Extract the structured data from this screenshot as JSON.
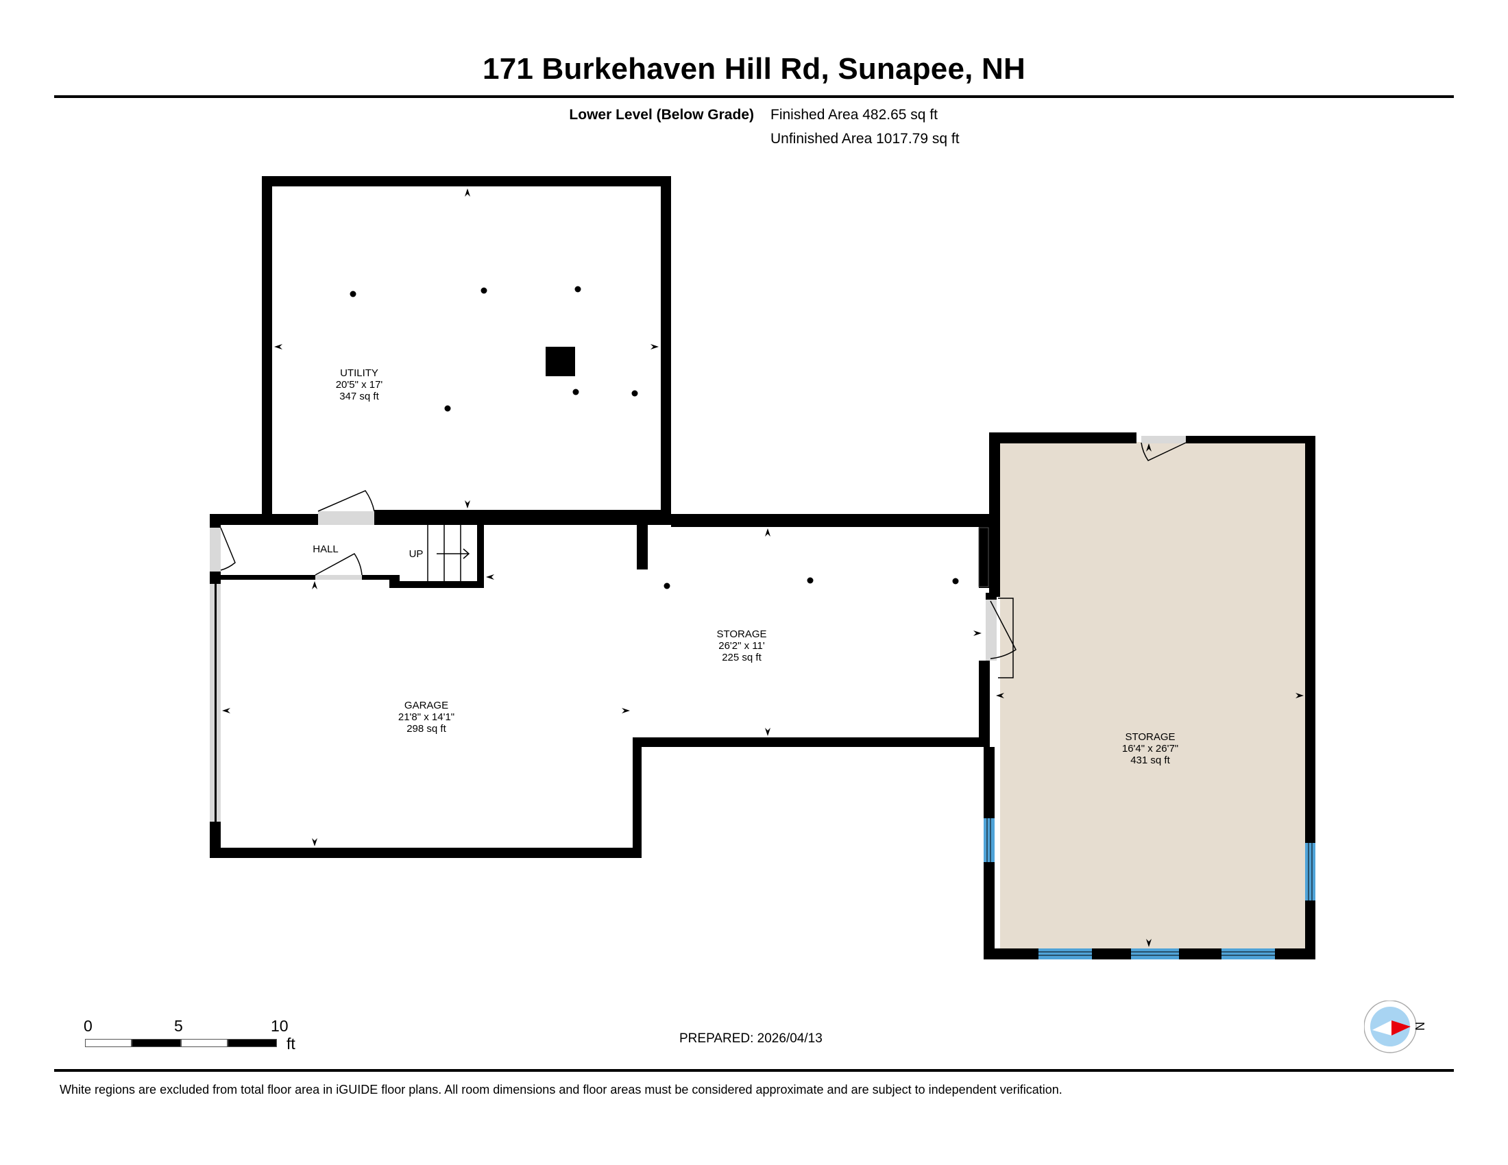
{
  "header": {
    "title": "171 Burkehaven Hill Rd, Sunapee, NH",
    "level_name": "Lower Level (Below Grade)",
    "finished_area": "Finished Area 482.65 sq ft",
    "unfinished_area": "Unfinished Area 1017.79 sq ft"
  },
  "rooms": [
    {
      "name": "UTILITY",
      "dimensions": "20'5\" x 17'",
      "area": "347 sq ft",
      "finished": false
    },
    {
      "name": "HALL",
      "dimensions": "",
      "area": "",
      "finished": false
    },
    {
      "name": "GARAGE",
      "dimensions": "21'8\" x 14'1\"",
      "area": "298 sq ft",
      "finished": false
    },
    {
      "name": "STORAGE",
      "dimensions": "26'2\" x 11'",
      "area": "225 sq ft",
      "finished": false
    },
    {
      "name": "STORAGE",
      "dimensions": "16'4\" x 26'7\"",
      "area": "431 sq ft",
      "finished": true
    }
  ],
  "stairs_label": "UP",
  "scale_bar": {
    "ticks": [
      "0",
      "5",
      "10"
    ],
    "unit": "ft"
  },
  "prepared": "PREPARED: 2026/04/13",
  "compass": {
    "label": "N",
    "icon": "north-compass-icon"
  },
  "footer": {
    "disclaimer": "White regions are excluded from total floor area in iGUIDE floor plans. All room dimensions and floor areas must be considered approximate and are subject to independent verification."
  },
  "colors": {
    "wall": "#000000",
    "finished_floor": "#e6ddd0",
    "window": "#4fa3d8",
    "door_threshold": "#d9d9d9",
    "compass_fill": "#a8d4f2",
    "compass_needle": "#e8000b"
  }
}
